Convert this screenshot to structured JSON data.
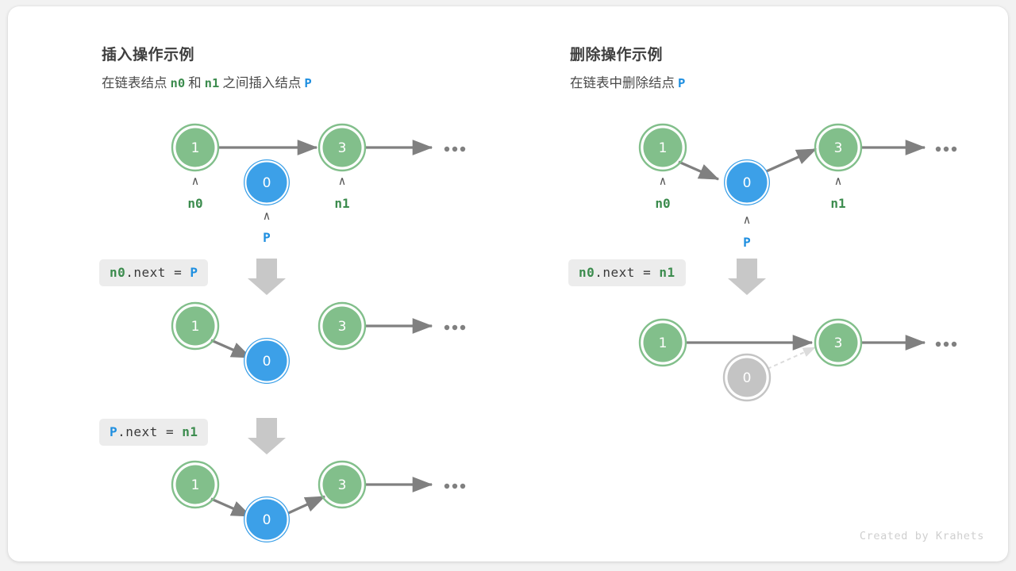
{
  "credit": "Created by Krahets",
  "colors": {
    "node_green_fill": "#82bf8b",
    "node_green_ring": "#82bf8b",
    "node_blue_fill": "#3ca0e8",
    "node_blue_ring": "#3ca0e8",
    "node_gray_fill": "#c4c4c4",
    "node_gray_ring": "#c4c4c4",
    "arrow": "#808080",
    "arrow_faded": "#dcdcdc",
    "label_green": "#3c8c4e",
    "label_blue": "#1f8fe0",
    "pill_bg": "#ececec",
    "big_arrow": "#c8c8c8",
    "card_bg": "#ffffff",
    "page_bg": "#f2f2f2"
  },
  "panels": [
    {
      "id": "insert",
      "title": "插入操作示例",
      "subtitle": {
        "part1": "在链表结点",
        "code1": "n0",
        "part2": "和",
        "code2": "n1",
        "part3": "之间插入结点",
        "code3": "P"
      },
      "steps": [
        {
          "id": "insert-step-0",
          "nodes": [
            {
              "name": "node-n0",
              "value": "1",
              "color": "green",
              "label": "n0",
              "label_color": "green",
              "caret": "∧"
            },
            {
              "name": "node-p",
              "value": "0",
              "color": "blue",
              "label": "P",
              "label_color": "blue",
              "caret": "∧"
            },
            {
              "name": "node-n1",
              "value": "3",
              "color": "green",
              "label": "n1",
              "label_color": "green",
              "caret": "∧"
            }
          ],
          "ellipsis": "•••"
        },
        {
          "id": "insert-step-1",
          "code": {
            "pre": "n0",
            "pre_color": "green",
            "mid": ".next = ",
            "post": "P",
            "post_color": "blue"
          },
          "nodes": [
            {
              "name": "node-n0",
              "value": "1",
              "color": "green"
            },
            {
              "name": "node-p",
              "value": "0",
              "color": "blue"
            },
            {
              "name": "node-n1",
              "value": "3",
              "color": "green"
            }
          ],
          "ellipsis": "•••"
        },
        {
          "id": "insert-step-2",
          "code": {
            "pre": "P",
            "pre_color": "blue",
            "mid": ".next = ",
            "post": "n1",
            "post_color": "green"
          },
          "nodes": [
            {
              "name": "node-n0",
              "value": "1",
              "color": "green"
            },
            {
              "name": "node-p",
              "value": "0",
              "color": "blue"
            },
            {
              "name": "node-n1",
              "value": "3",
              "color": "green"
            }
          ],
          "ellipsis": "•••"
        }
      ]
    },
    {
      "id": "remove",
      "title": "删除操作示例",
      "subtitle": {
        "part1": "在链表中删除结点",
        "code1": "P"
      },
      "steps": [
        {
          "id": "remove-step-0",
          "nodes": [
            {
              "name": "node-n0",
              "value": "1",
              "color": "green",
              "label": "n0",
              "label_color": "green",
              "caret": "∧"
            },
            {
              "name": "node-p",
              "value": "0",
              "color": "blue",
              "label": "P",
              "label_color": "blue",
              "caret": "∧"
            },
            {
              "name": "node-n1",
              "value": "3",
              "color": "green",
              "label": "n1",
              "label_color": "green",
              "caret": "∧"
            }
          ],
          "ellipsis": "•••"
        },
        {
          "id": "remove-step-1",
          "code": {
            "pre": "n0",
            "pre_color": "green",
            "mid": ".next = ",
            "post": "n1",
            "post_color": "green"
          },
          "nodes": [
            {
              "name": "node-n0",
              "value": "1",
              "color": "green"
            },
            {
              "name": "node-p-removed",
              "value": "0",
              "color": "gray"
            },
            {
              "name": "node-n1",
              "value": "3",
              "color": "green"
            }
          ],
          "ellipsis": "•••"
        }
      ]
    }
  ]
}
